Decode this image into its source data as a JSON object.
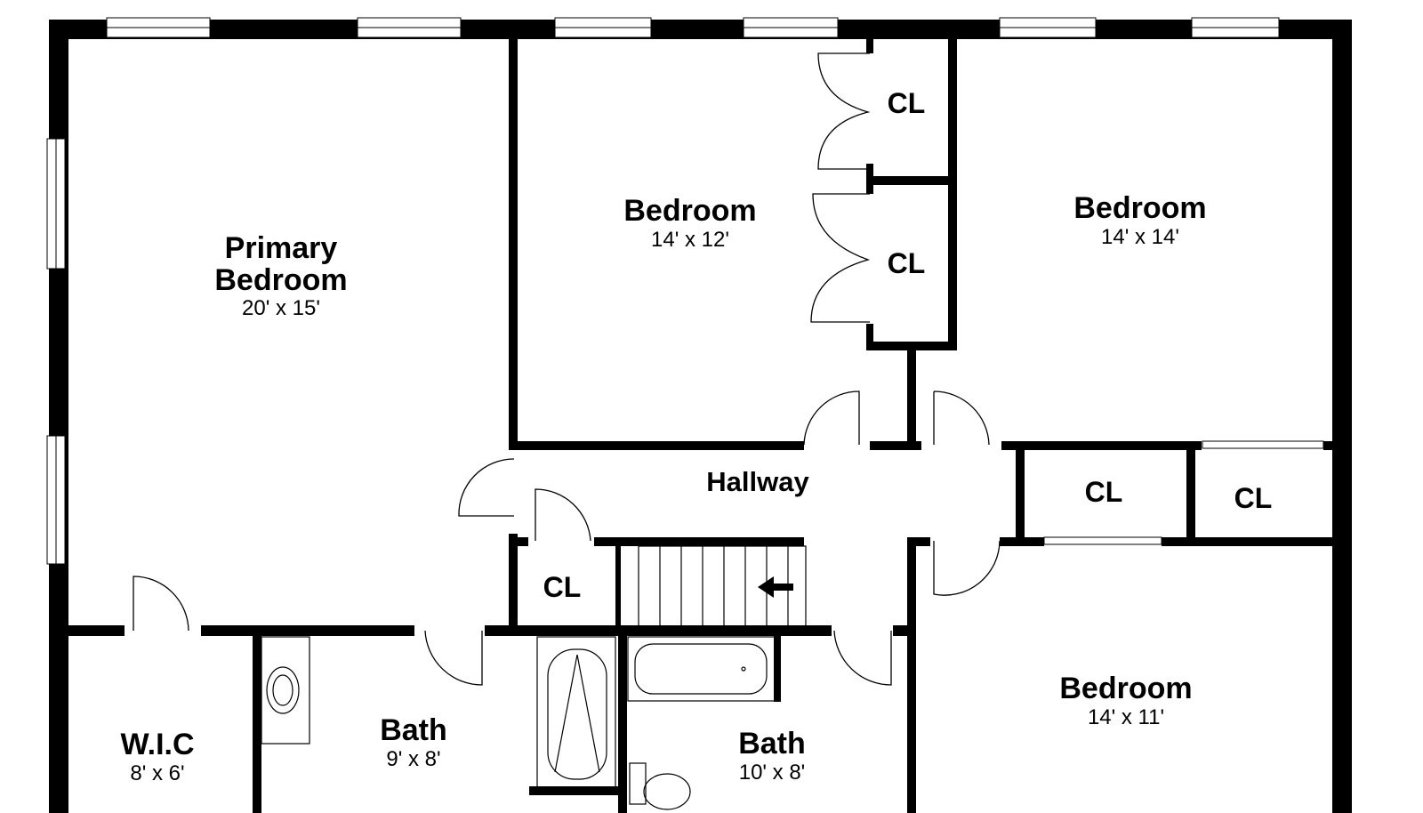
{
  "plan": {
    "wall_color": "#000000",
    "background": "#ffffff",
    "rooms": [
      {
        "id": "primary-bedroom",
        "name_lines": [
          "Primary",
          "Bedroom"
        ],
        "size": "20' x 15'"
      },
      {
        "id": "bedroom-mid",
        "name_lines": [
          "Bedroom"
        ],
        "size": "14' x 12'"
      },
      {
        "id": "bedroom-right",
        "name_lines": [
          "Bedroom"
        ],
        "size": "14' x 14'"
      },
      {
        "id": "bedroom-lower",
        "name_lines": [
          "Bedroom"
        ],
        "size": "14' x 11'"
      },
      {
        "id": "hallway",
        "name_lines": [
          "Hallway"
        ],
        "size": ""
      },
      {
        "id": "wic",
        "name_lines": [
          "W.I.C"
        ],
        "size": "8' x 6'"
      },
      {
        "id": "bath-left",
        "name_lines": [
          "Bath"
        ],
        "size": "9' x 8'"
      },
      {
        "id": "bath-mid",
        "name_lines": [
          "Bath"
        ],
        "size": "10' x 8'"
      },
      {
        "id": "cl-1",
        "name_lines": [
          "CL"
        ],
        "size": ""
      },
      {
        "id": "cl-2",
        "name_lines": [
          "CL"
        ],
        "size": ""
      },
      {
        "id": "cl-3",
        "name_lines": [
          "CL"
        ],
        "size": ""
      },
      {
        "id": "cl-4",
        "name_lines": [
          "CL"
        ],
        "size": ""
      },
      {
        "id": "cl-5",
        "name_lines": [
          "CL"
        ],
        "size": ""
      }
    ]
  }
}
